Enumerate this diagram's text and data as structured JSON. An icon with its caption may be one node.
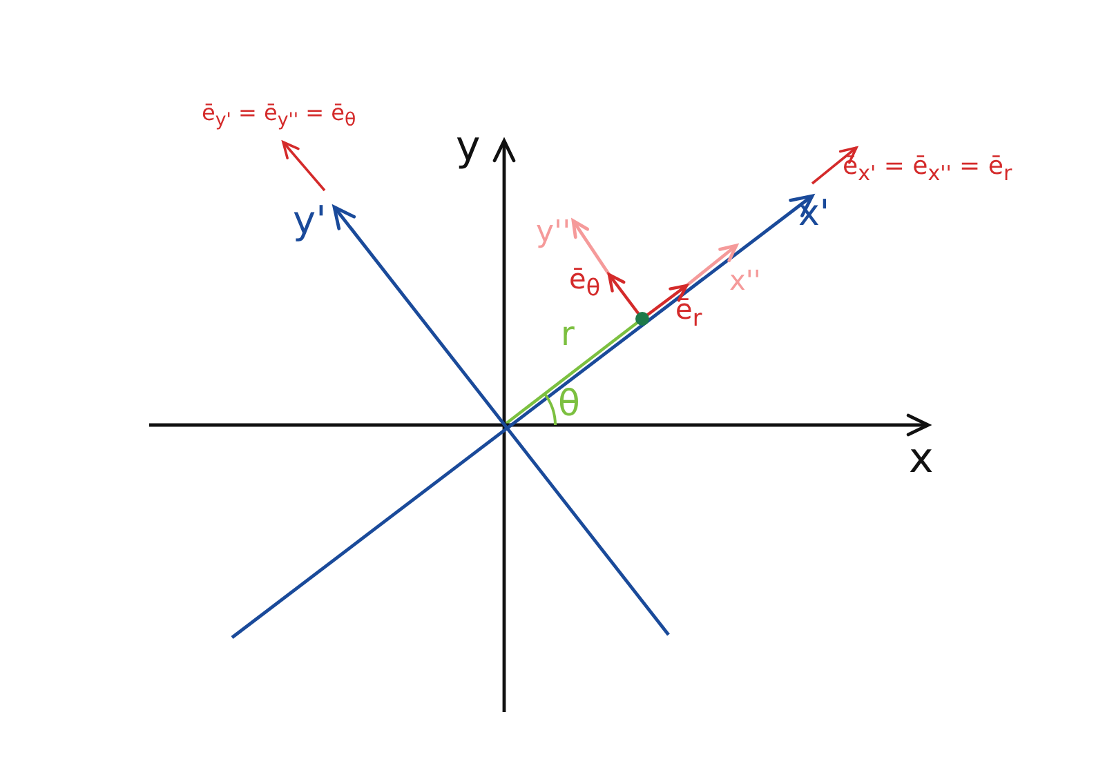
{
  "diagram": {
    "labels": [
      "ē$_{y'}$ = ē$_{y''}$ = ē$_{θ}$",
      "y",
      "ē$_{x'}$ = ē$_{x''}$ = ē$_{r}$",
      "y'",
      "x'",
      "y''",
      "x''",
      "ē$_{θ}$",
      "ē$_{r}$",
      "r",
      "θ",
      "x"
    ]
  }
}
